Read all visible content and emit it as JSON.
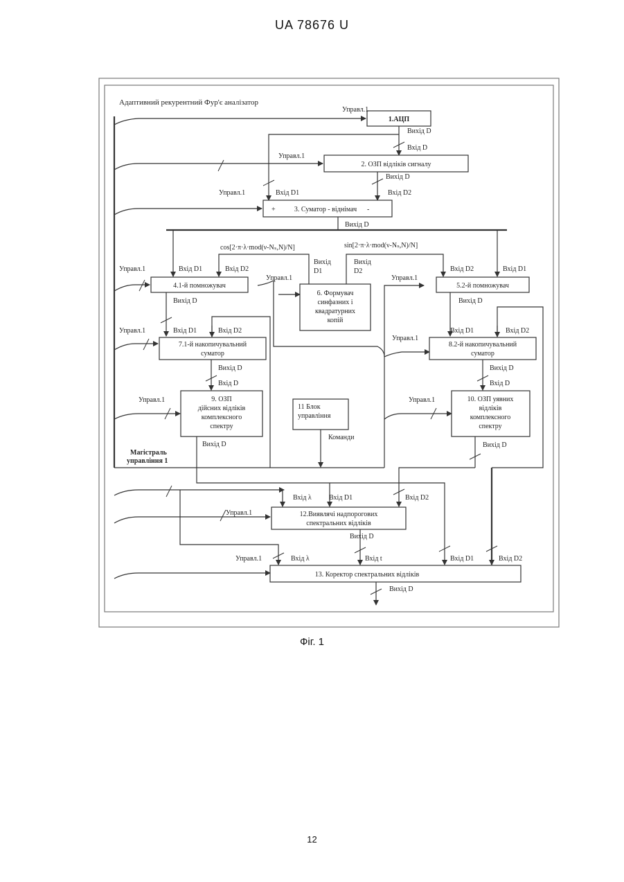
{
  "header": {
    "patent_id": "UA   78676   U"
  },
  "figure_caption": "Фіг. 1",
  "page_number": "12",
  "diagram": {
    "title": "Адаптивний рекурентний Фур'є аналізатор",
    "blocks": {
      "b1": "1.АЦП",
      "b2": "2. ОЗП відліків сигналу",
      "b3_plus": "+",
      "b3": "3. Суматор - віднімач",
      "b3_minus": "-",
      "b4": "4.1-й помножувач",
      "b5": "5.2-й помножувач",
      "b6": [
        "6. Формувач",
        "синфазних і",
        "квадратурних",
        "копій"
      ],
      "b7": [
        "7.1-й накопичувальний",
        "суматор"
      ],
      "b8": [
        "8.2-й накопичувальний",
        "суматор"
      ],
      "b9": [
        "9. ОЗП",
        "дійсних відліків",
        "комплексного",
        "спектру"
      ],
      "b10": [
        "10. ОЗП   уявних",
        "відліків",
        "комплексного",
        "спектру"
      ],
      "b11": [
        "11 Блок",
        "управління"
      ],
      "b12": [
        "12.Виявлячі надпорогових",
        "спектральних відліків"
      ],
      "b13": "13. Коректор спектральних відліків"
    },
    "labels": {
      "upravl": "Управл.1",
      "vykhid_d": "Вихід D",
      "vkhid_d": "Вхід D",
      "vkhid_d1": "Вхід D1",
      "vkhid_d2": "Вхід D2",
      "vykhid_d1": [
        "Вихід",
        "D1"
      ],
      "vykhid_d2": [
        "Вихід",
        "D2"
      ],
      "vkhid_lambda": "Вхід λ",
      "vkhid_t": "Вхід t",
      "komandy": "Команди",
      "cos_formula": "cos[2·π·λ·mod(ν-Nₛ,N)/N]",
      "sin_formula": "sin[2·π·λ·mod(ν-Nₛ,N)/N]",
      "bus_name": [
        "Магістраль",
        "управління 1"
      ]
    }
  }
}
